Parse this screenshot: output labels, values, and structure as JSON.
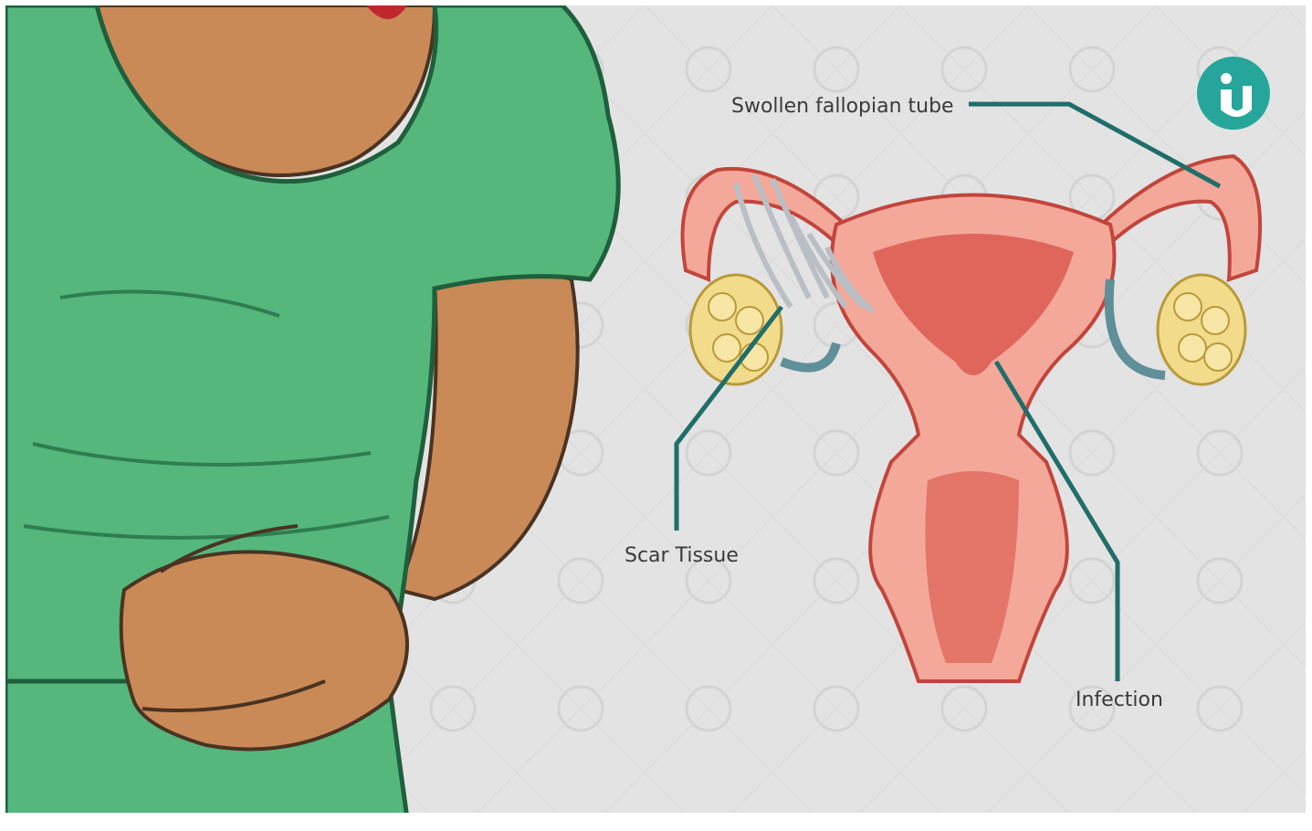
{
  "labels": {
    "swollen_tube": "Swollen fallopian tube",
    "scar_tissue": "Scar Tissue",
    "infection": "Infection"
  },
  "logo": {
    "icon": "brand-logo-icon",
    "color": "#26a69a"
  },
  "colors": {
    "background": "#e3e3e3",
    "shirt": "#55b77b",
    "skin": "#c98a57",
    "uterus": "#f3a89a",
    "leader_line": "#1f6e6a",
    "ovary": "#f2dc8c"
  }
}
